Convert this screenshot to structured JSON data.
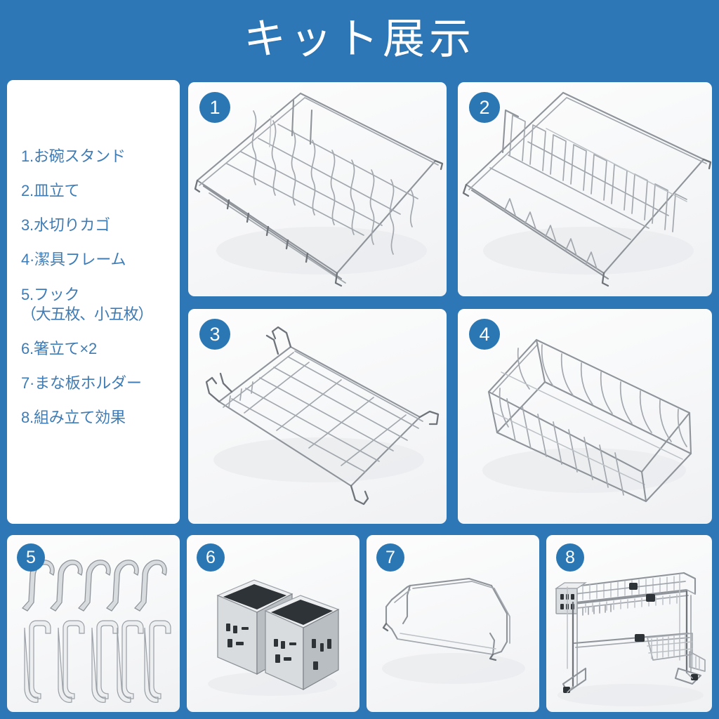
{
  "header": {
    "title": "キット展示"
  },
  "theme": {
    "background_blue": "#2d77b6",
    "badge_blue": "#2b77b3",
    "panel_white": "#ffffff",
    "list_text_blue": "#3f7cb5"
  },
  "sidebar": {
    "items": [
      {
        "num": "1",
        "label": "1.お碗スタンド"
      },
      {
        "num": "2",
        "label": "2.皿立て"
      },
      {
        "num": "3",
        "label": "3.水切りカゴ"
      },
      {
        "num": "4",
        "label": "4·潔具フレーム"
      },
      {
        "num": "5",
        "label": "5.フック",
        "sub": "（大五枚、小五枚）"
      },
      {
        "num": "6",
        "label": "6.箸立て×2"
      },
      {
        "num": "7",
        "label": "7·まな板ホルダー"
      },
      {
        "num": "8",
        "label": "8.組み立て効果"
      }
    ]
  },
  "panels": [
    {
      "badge": "1",
      "name": "bowl-stand",
      "caption_ref": "1.お碗スタンド"
    },
    {
      "badge": "2",
      "name": "plate-rack",
      "caption_ref": "2.皿立て"
    },
    {
      "badge": "3",
      "name": "drain-basket",
      "caption_ref": "3.水切りカゴ"
    },
    {
      "badge": "4",
      "name": "utensil-frame",
      "caption_ref": "4·潔具フレーム"
    },
    {
      "badge": "5",
      "name": "hooks",
      "caption_ref": "5.フック（大五枚、小五枚）"
    },
    {
      "badge": "6",
      "name": "chopstick-holders",
      "caption_ref": "6.箸立て×2"
    },
    {
      "badge": "7",
      "name": "cutting-board-holder",
      "caption_ref": "7·まな板ホルダー"
    },
    {
      "badge": "8",
      "name": "assembled-rack",
      "caption_ref": "8.組み立て効果"
    }
  ]
}
